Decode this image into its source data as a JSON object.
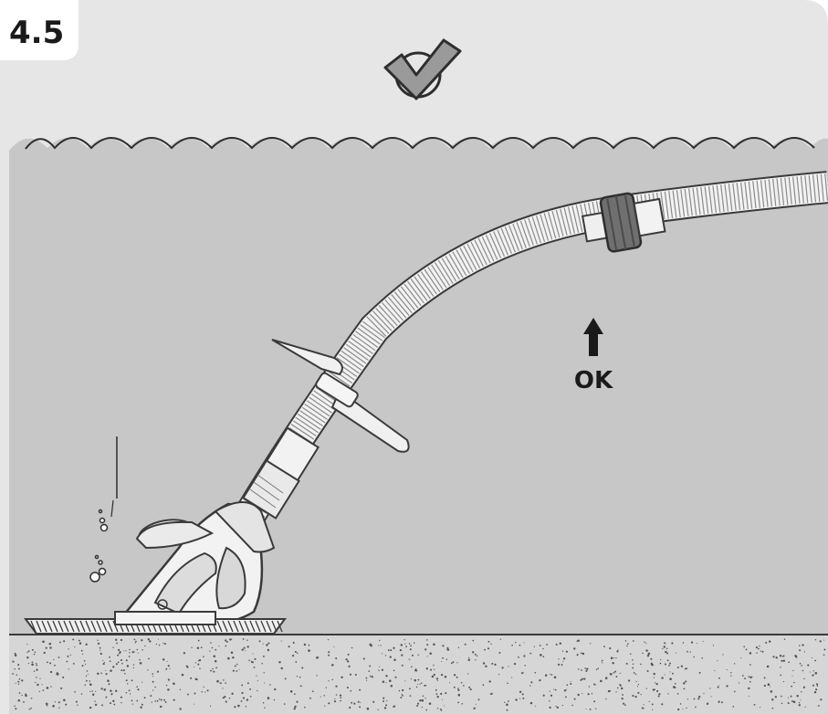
{
  "step": {
    "number": "4.5"
  },
  "status": {
    "check_icon": "check-circle-icon",
    "meaning": "correct"
  },
  "annotation": {
    "label": "OK",
    "arrow_icon": "arrow-up-icon"
  },
  "colors": {
    "frame_border": "#c8c8c8",
    "air": "#e6e6e6",
    "water": "#c7c7c7",
    "floor": "#d7d7d7",
    "line": "#3a3a3a",
    "cleaner_body": "#f2f2f2",
    "connector": "#6f6f6f"
  }
}
